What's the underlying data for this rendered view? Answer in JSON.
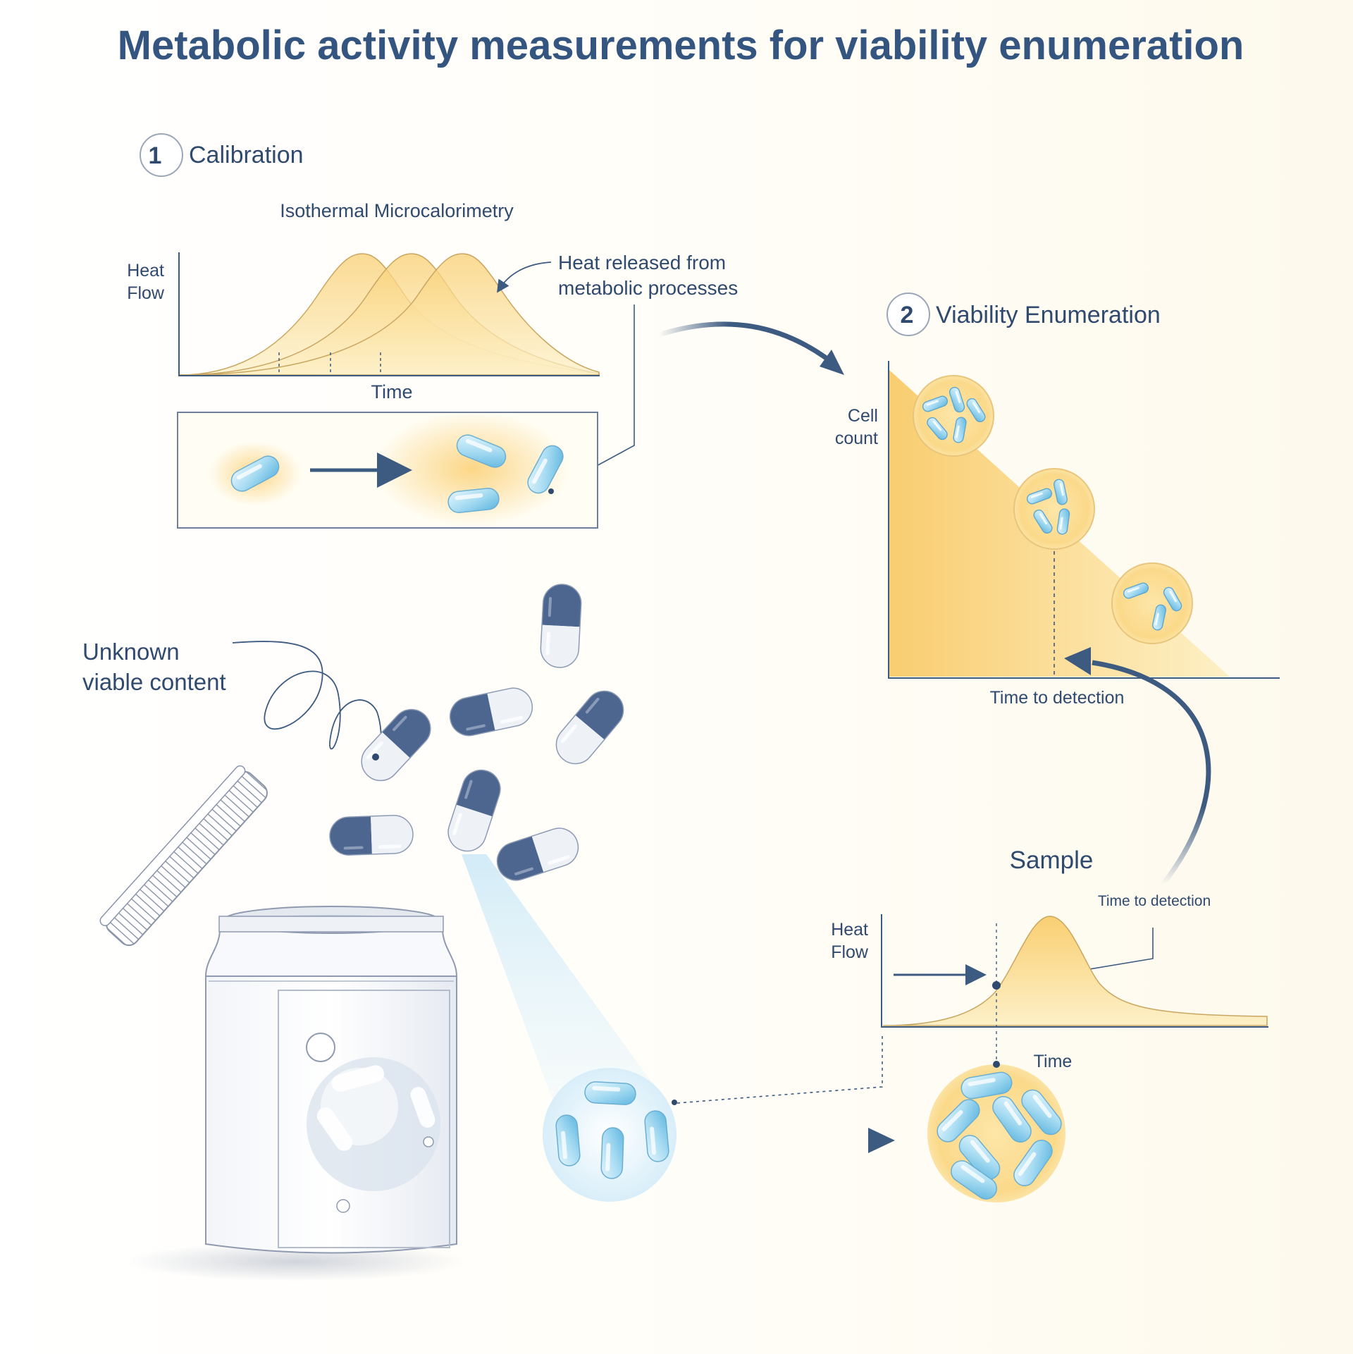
{
  "title": "Metabolic activity measurements for viability enumeration",
  "colors": {
    "title": "#34557f",
    "navy": "#3d5a80",
    "text": "#2f4a6e",
    "peak_fill": "#fbd98a",
    "peak_light": "#fdebc0",
    "bacteria": "#9fd6ef",
    "capsule_dark": "#4c6690",
    "capsule_light": "#eef1f6"
  },
  "step1": {
    "number": "1",
    "label": "Calibration",
    "chart_title": "Isothermal Microcalorimetry",
    "ylabel_line1": "Heat",
    "ylabel_line2": "Flow",
    "xlabel": "Time",
    "annotation_line1": "Heat released from",
    "annotation_line2": "metabolic processes"
  },
  "step2": {
    "number": "2",
    "label": "Viability Enumeration",
    "ylabel_line1": "Cell",
    "ylabel_line2": "count",
    "xlabel": "Time to detection"
  },
  "left": {
    "label_line1": "Unknown",
    "label_line2": "viable content"
  },
  "sample": {
    "title": "Sample",
    "annotation": "Time to detection",
    "ylabel_line1": "Heat",
    "ylabel_line2": "Flow",
    "xlabel": "Time"
  },
  "icons": {
    "jar": "supplement-jar-icon",
    "lid": "jar-lid-icon",
    "capsule": "capsule-icon",
    "bacterium": "bacterium-icon",
    "arrow": "arrow-icon"
  }
}
